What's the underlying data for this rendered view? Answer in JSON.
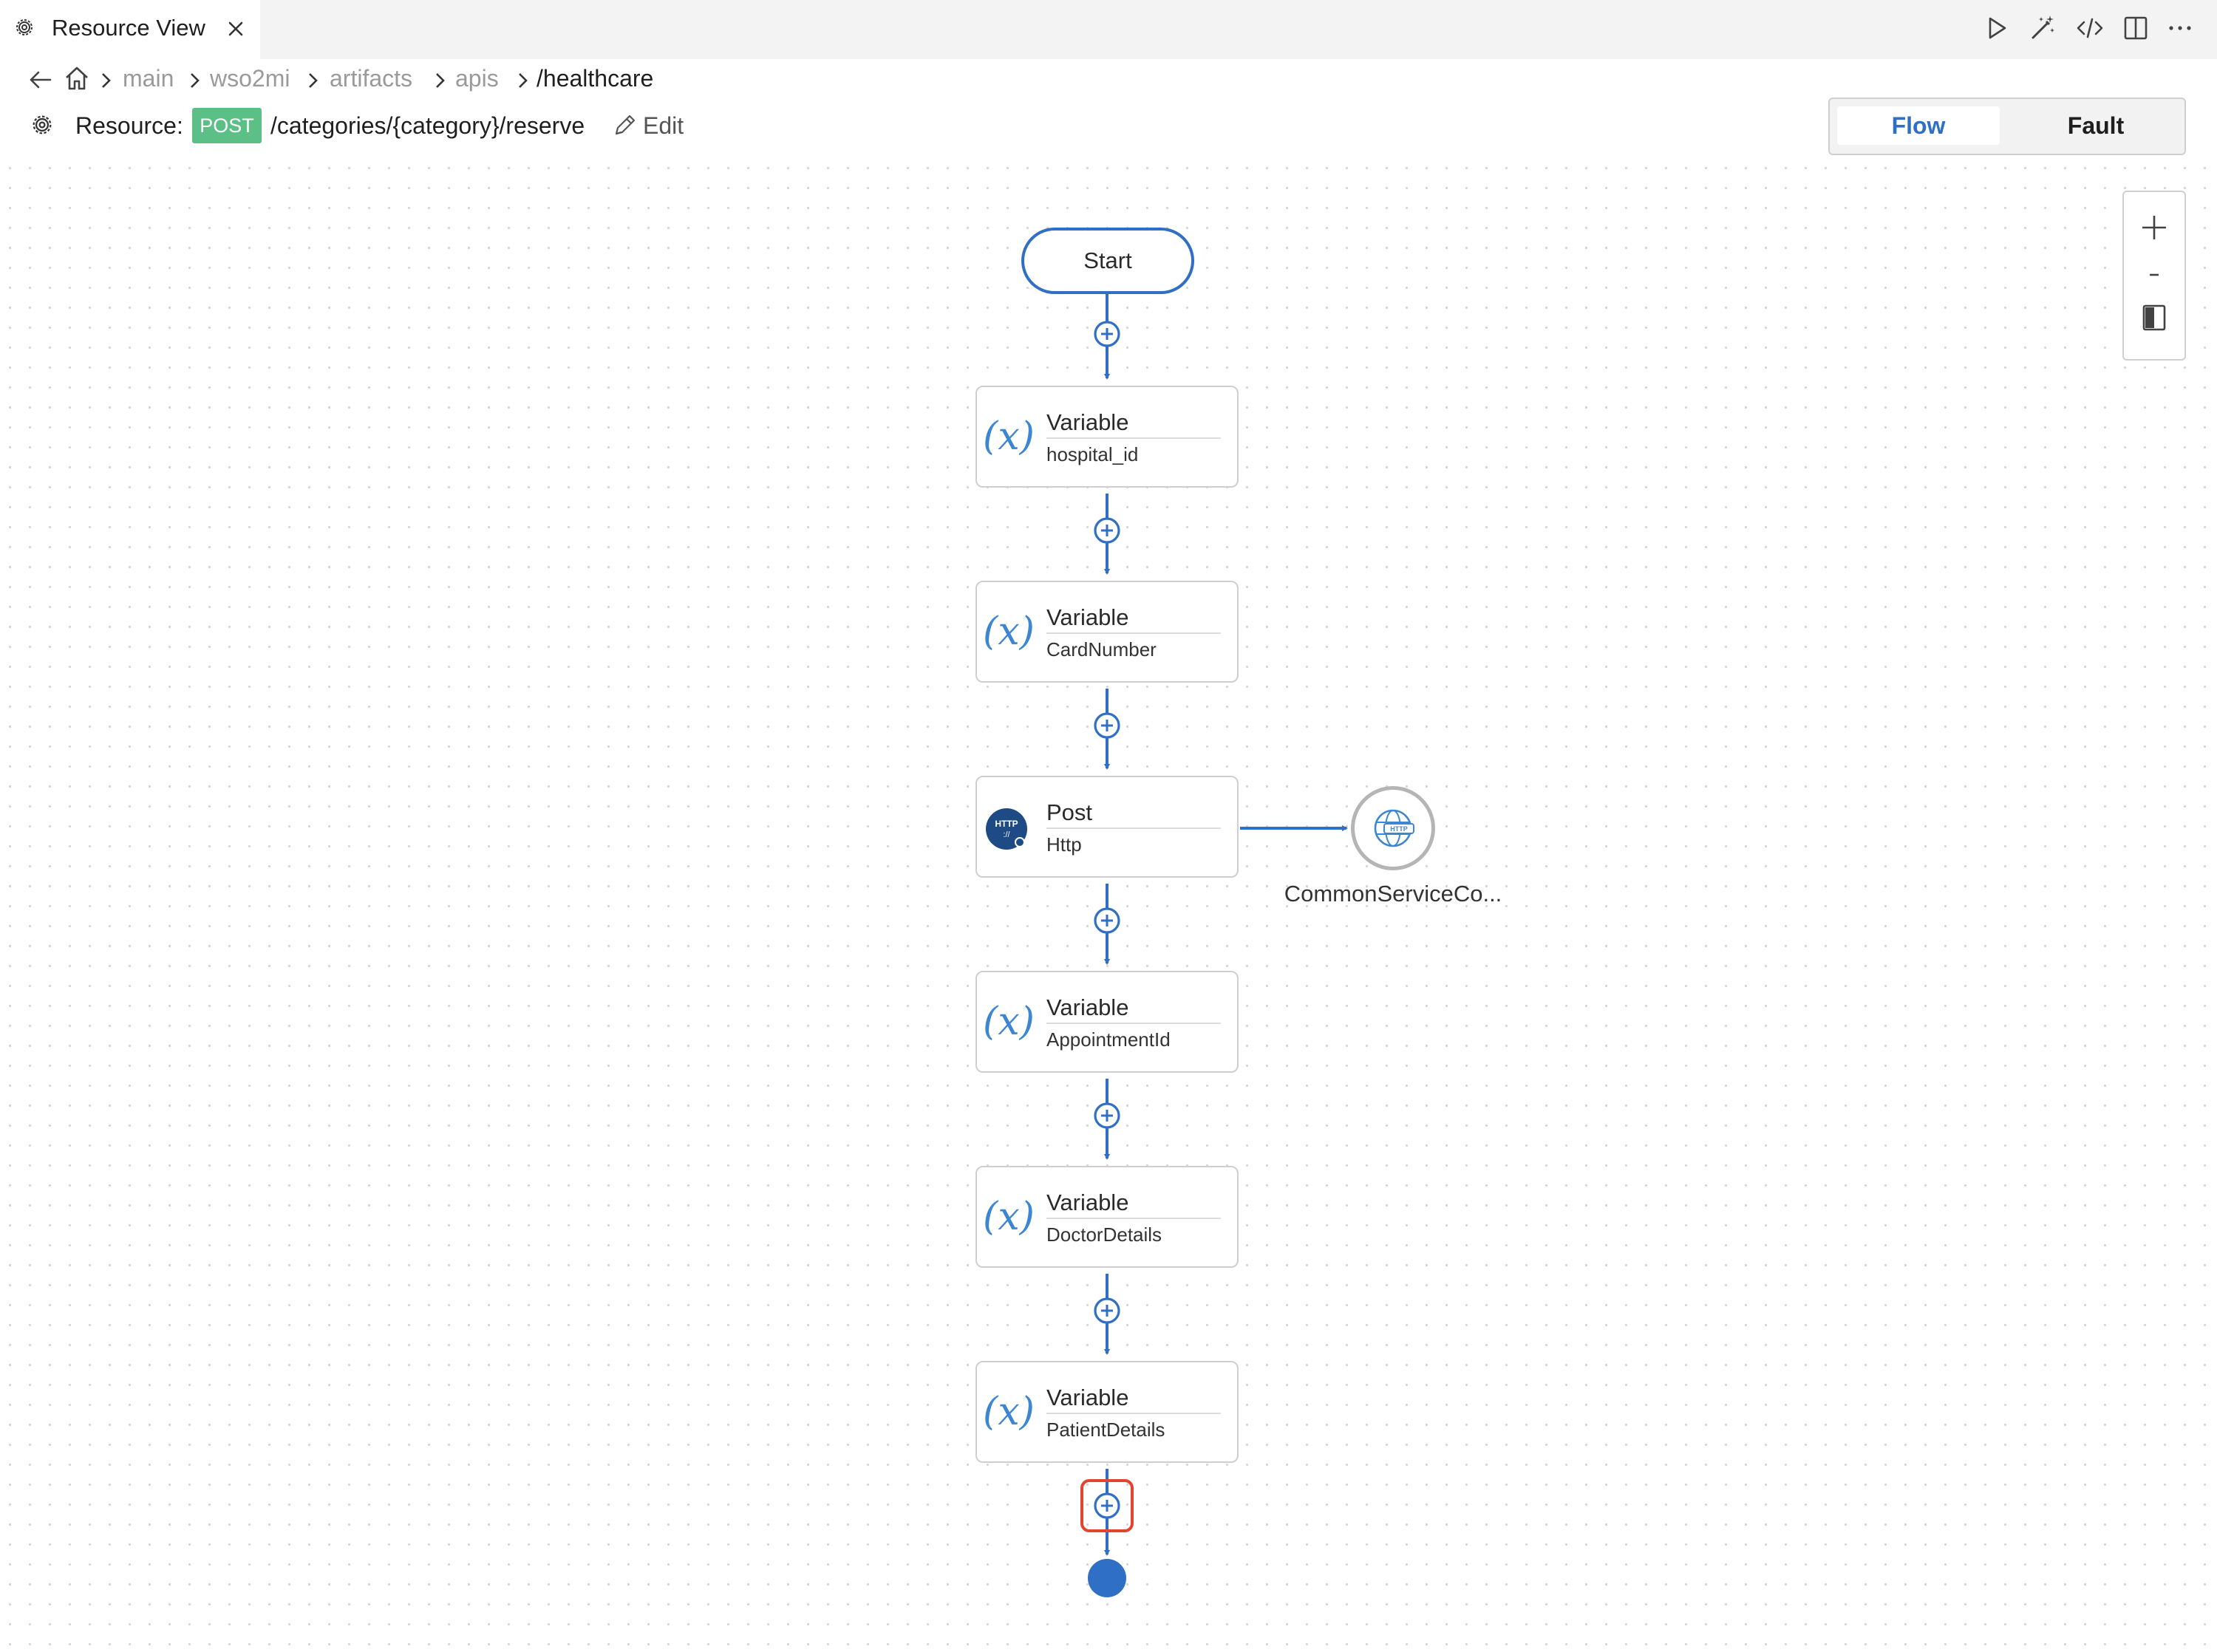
{
  "tab": {
    "title": "Resource View"
  },
  "breadcrumb": {
    "items": [
      "main",
      "wso2mi",
      "artifacts",
      "apis"
    ],
    "current": "/healthcare"
  },
  "resource": {
    "label": "Resource:",
    "method": "POST",
    "path": "/categories/{category}/reserve",
    "edit_label": "Edit"
  },
  "view_switch": {
    "active": "Flow",
    "inactive": "Fault"
  },
  "flow": {
    "start_label": "Start",
    "nodes": [
      {
        "title": "Variable",
        "subtitle": "hospital_id",
        "icon": "variable-icon"
      },
      {
        "title": "Variable",
        "subtitle": "CardNumber",
        "icon": "variable-icon"
      },
      {
        "title": "Post",
        "subtitle": "Http",
        "icon": "http-icon"
      },
      {
        "title": "Variable",
        "subtitle": "AppointmentId",
        "icon": "variable-icon"
      },
      {
        "title": "Variable",
        "subtitle": "DoctorDetails",
        "icon": "variable-icon"
      },
      {
        "title": "Variable",
        "subtitle": "PatientDetails",
        "icon": "variable-icon"
      }
    ],
    "endpoint": {
      "label": "CommonServiceCo..."
    }
  },
  "colors": {
    "accent": "#2f6fc5",
    "method_post": "#5bbf86",
    "highlight": "#e2442f",
    "variable_icon": "#3d86d2"
  },
  "icons": {
    "tab": "gear-icon",
    "close": "close-icon",
    "run": "run-icon",
    "ai": "magic-wand-icon",
    "code": "code-icon",
    "split": "split-editor-icon",
    "more": "more-icon",
    "back": "back-arrow-icon",
    "home": "home-icon",
    "zoom_in": "zoom-in-icon",
    "zoom_out": "zoom-out-icon",
    "fit": "fit-view-icon"
  }
}
